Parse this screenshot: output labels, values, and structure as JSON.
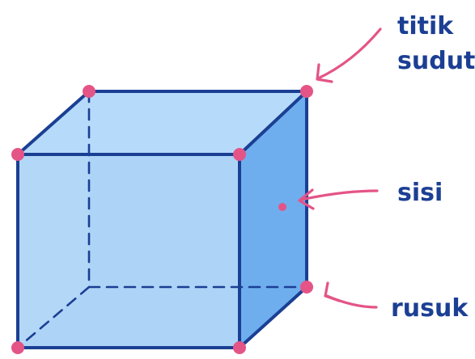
{
  "diagram": {
    "labels": {
      "vertex_line1": "titik",
      "vertex_line2": "sudut",
      "face": "sisi",
      "edge": "rusuk"
    },
    "colors": {
      "edge": "#1b3f93",
      "face_front": "#a9d2f6",
      "face_top": "#b6dbfa",
      "face_side": "#6eaeee",
      "face_back": "#c9e4fc",
      "vertex": "#e45487",
      "arrow": "#e45487",
      "text": "#1b3f93"
    }
  }
}
